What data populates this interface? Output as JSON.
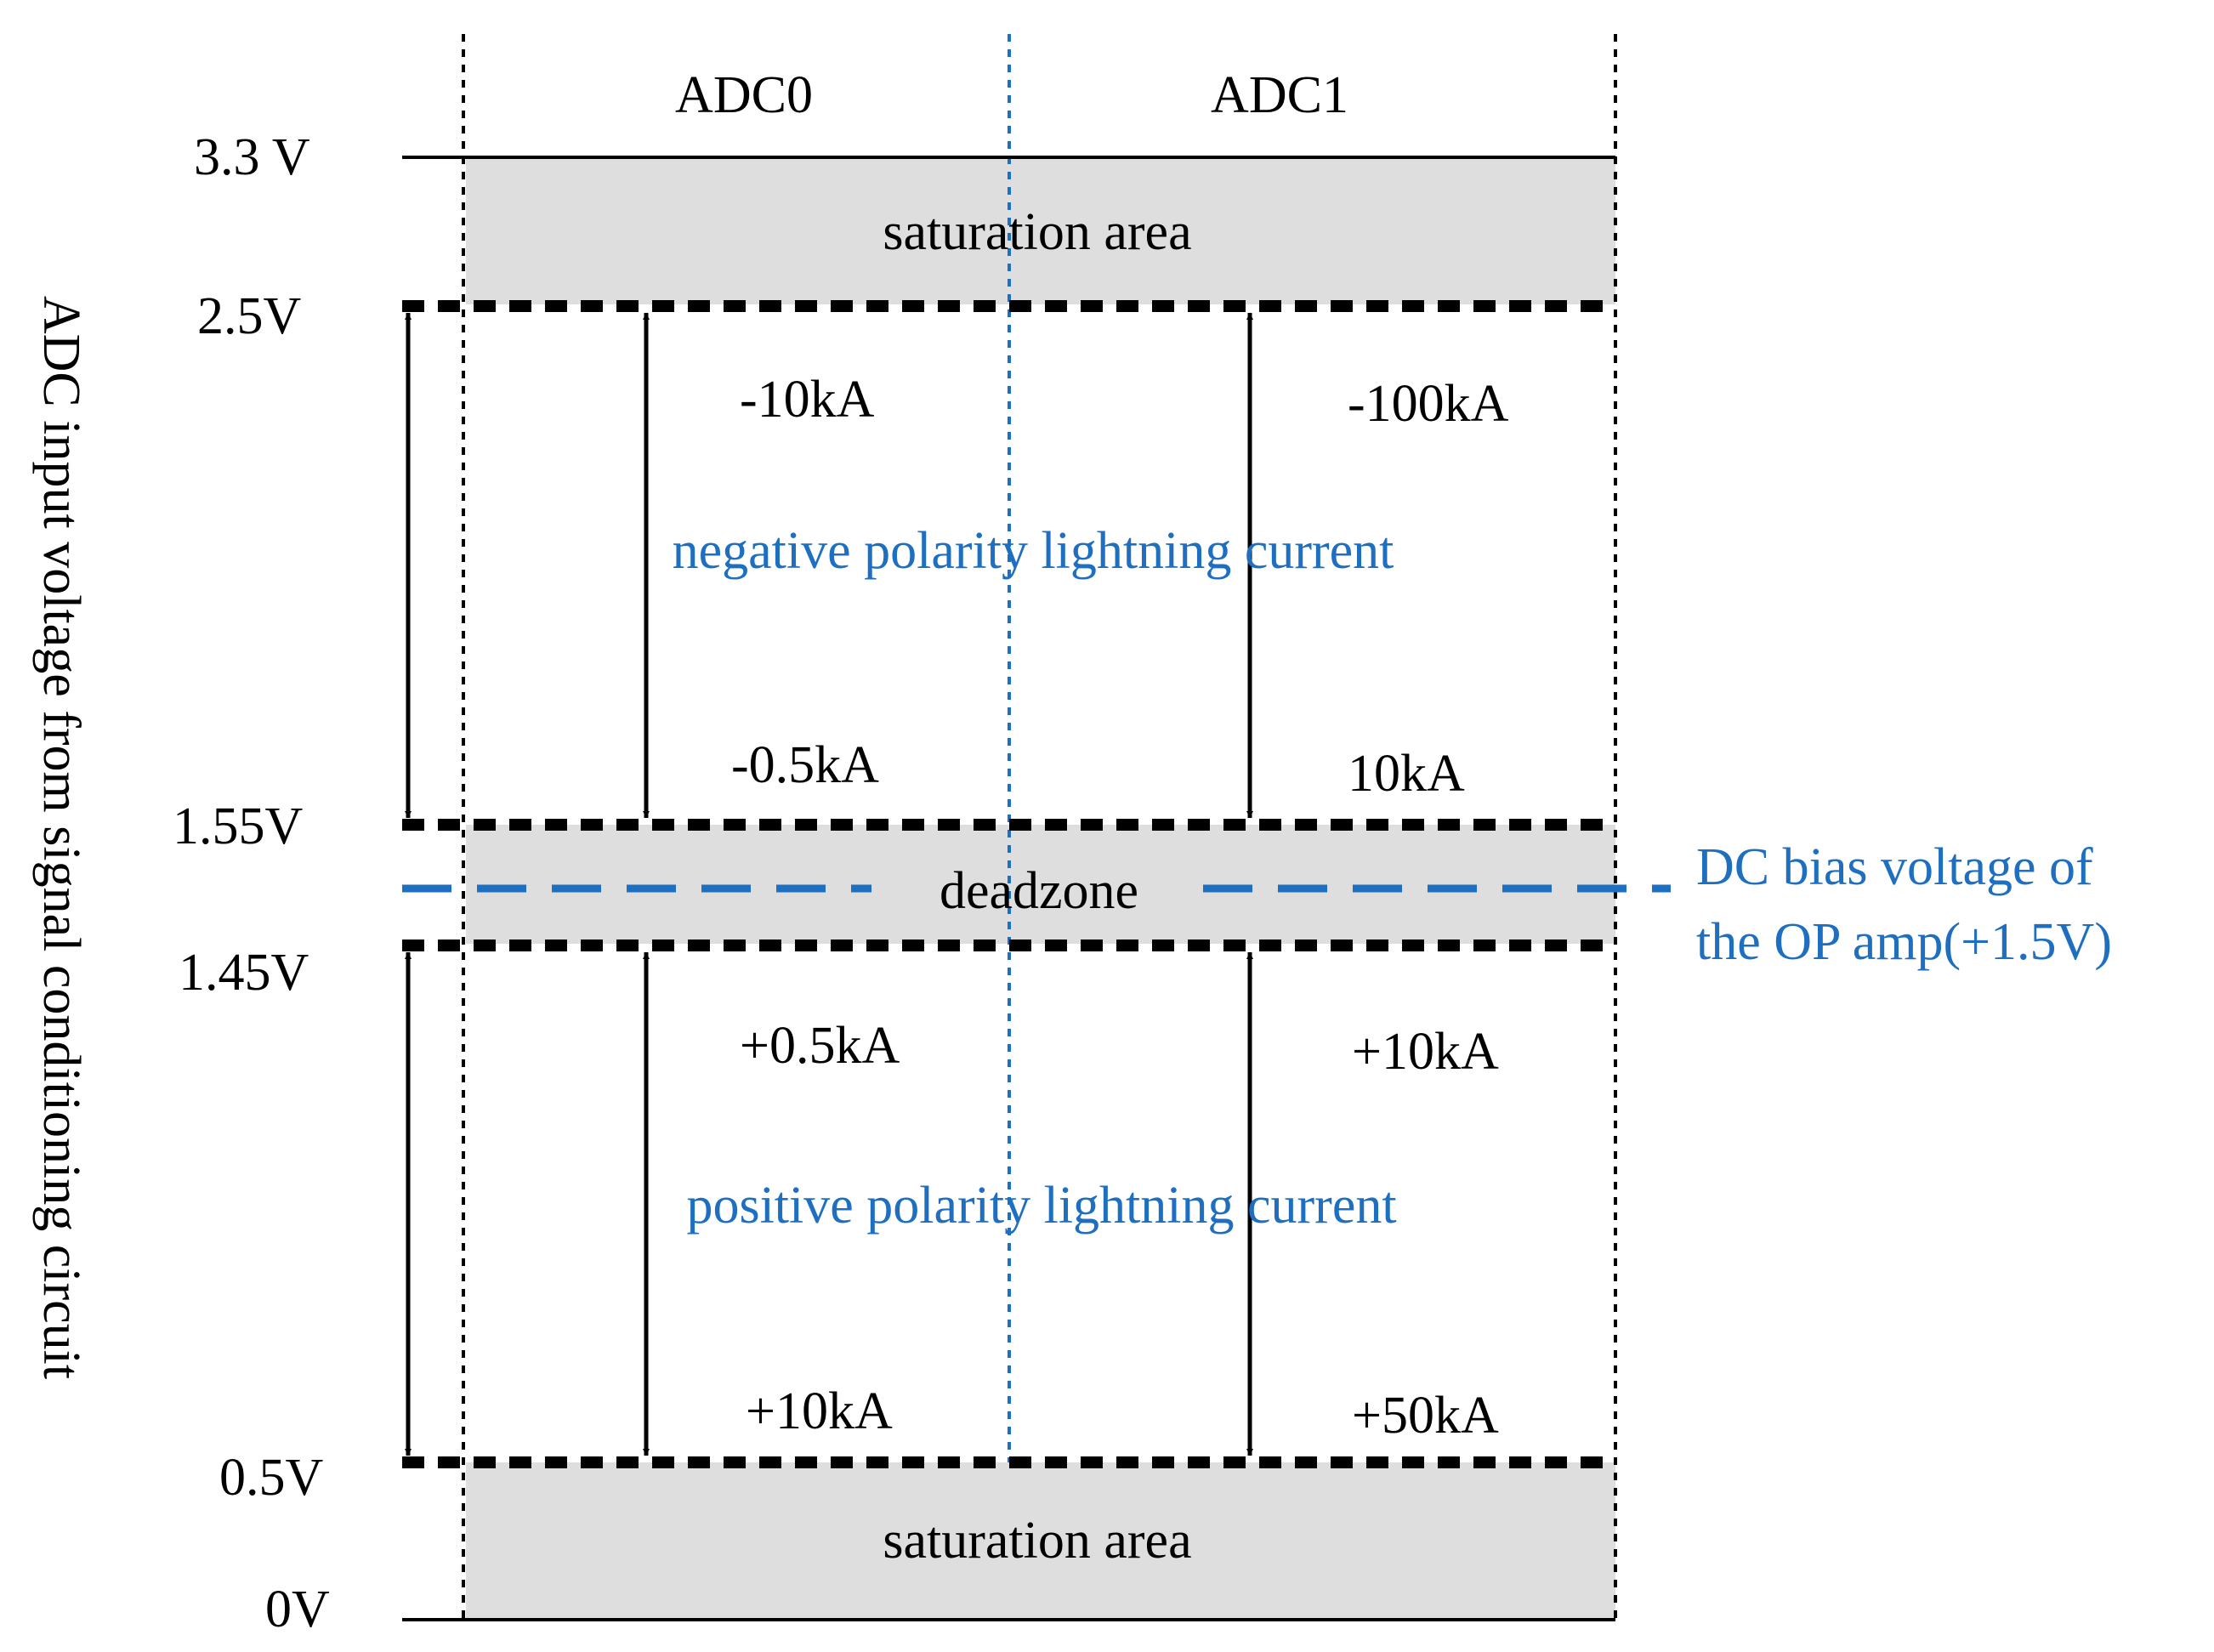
{
  "axis_title": "ADC input voltage from signal conditioning circuit",
  "columns": {
    "adc0": "ADC0",
    "adc1": "ADC1"
  },
  "voltages": {
    "v33": "3.3 V",
    "v25": "2.5V",
    "v155": "1.55V",
    "v145": "1.45V",
    "v05": "0.5V",
    "v0": "0V"
  },
  "zones": {
    "saturation_top": "saturation area",
    "deadzone": "deadzone",
    "saturation_bottom": "saturation area",
    "negative": "negative polarity lightning current",
    "positive": "positive polarity lightning current"
  },
  "adc0_ranges": {
    "neg_top": "-10kA",
    "neg_bottom": "-0.5kA",
    "pos_top": "+0.5kA",
    "pos_bottom": "+10kA"
  },
  "adc1_ranges": {
    "neg_top": "-100kA",
    "neg_bottom": "10kA",
    "pos_top": "+10kA",
    "pos_bottom": "+50kA"
  },
  "bias_note": {
    "line1": "DC bias voltage of",
    "line2": "the OP amp(+1.5V)"
  },
  "colors": {
    "accent_blue": "#1f6fc0",
    "zone_fill": "#dedede",
    "line": "#000000"
  }
}
